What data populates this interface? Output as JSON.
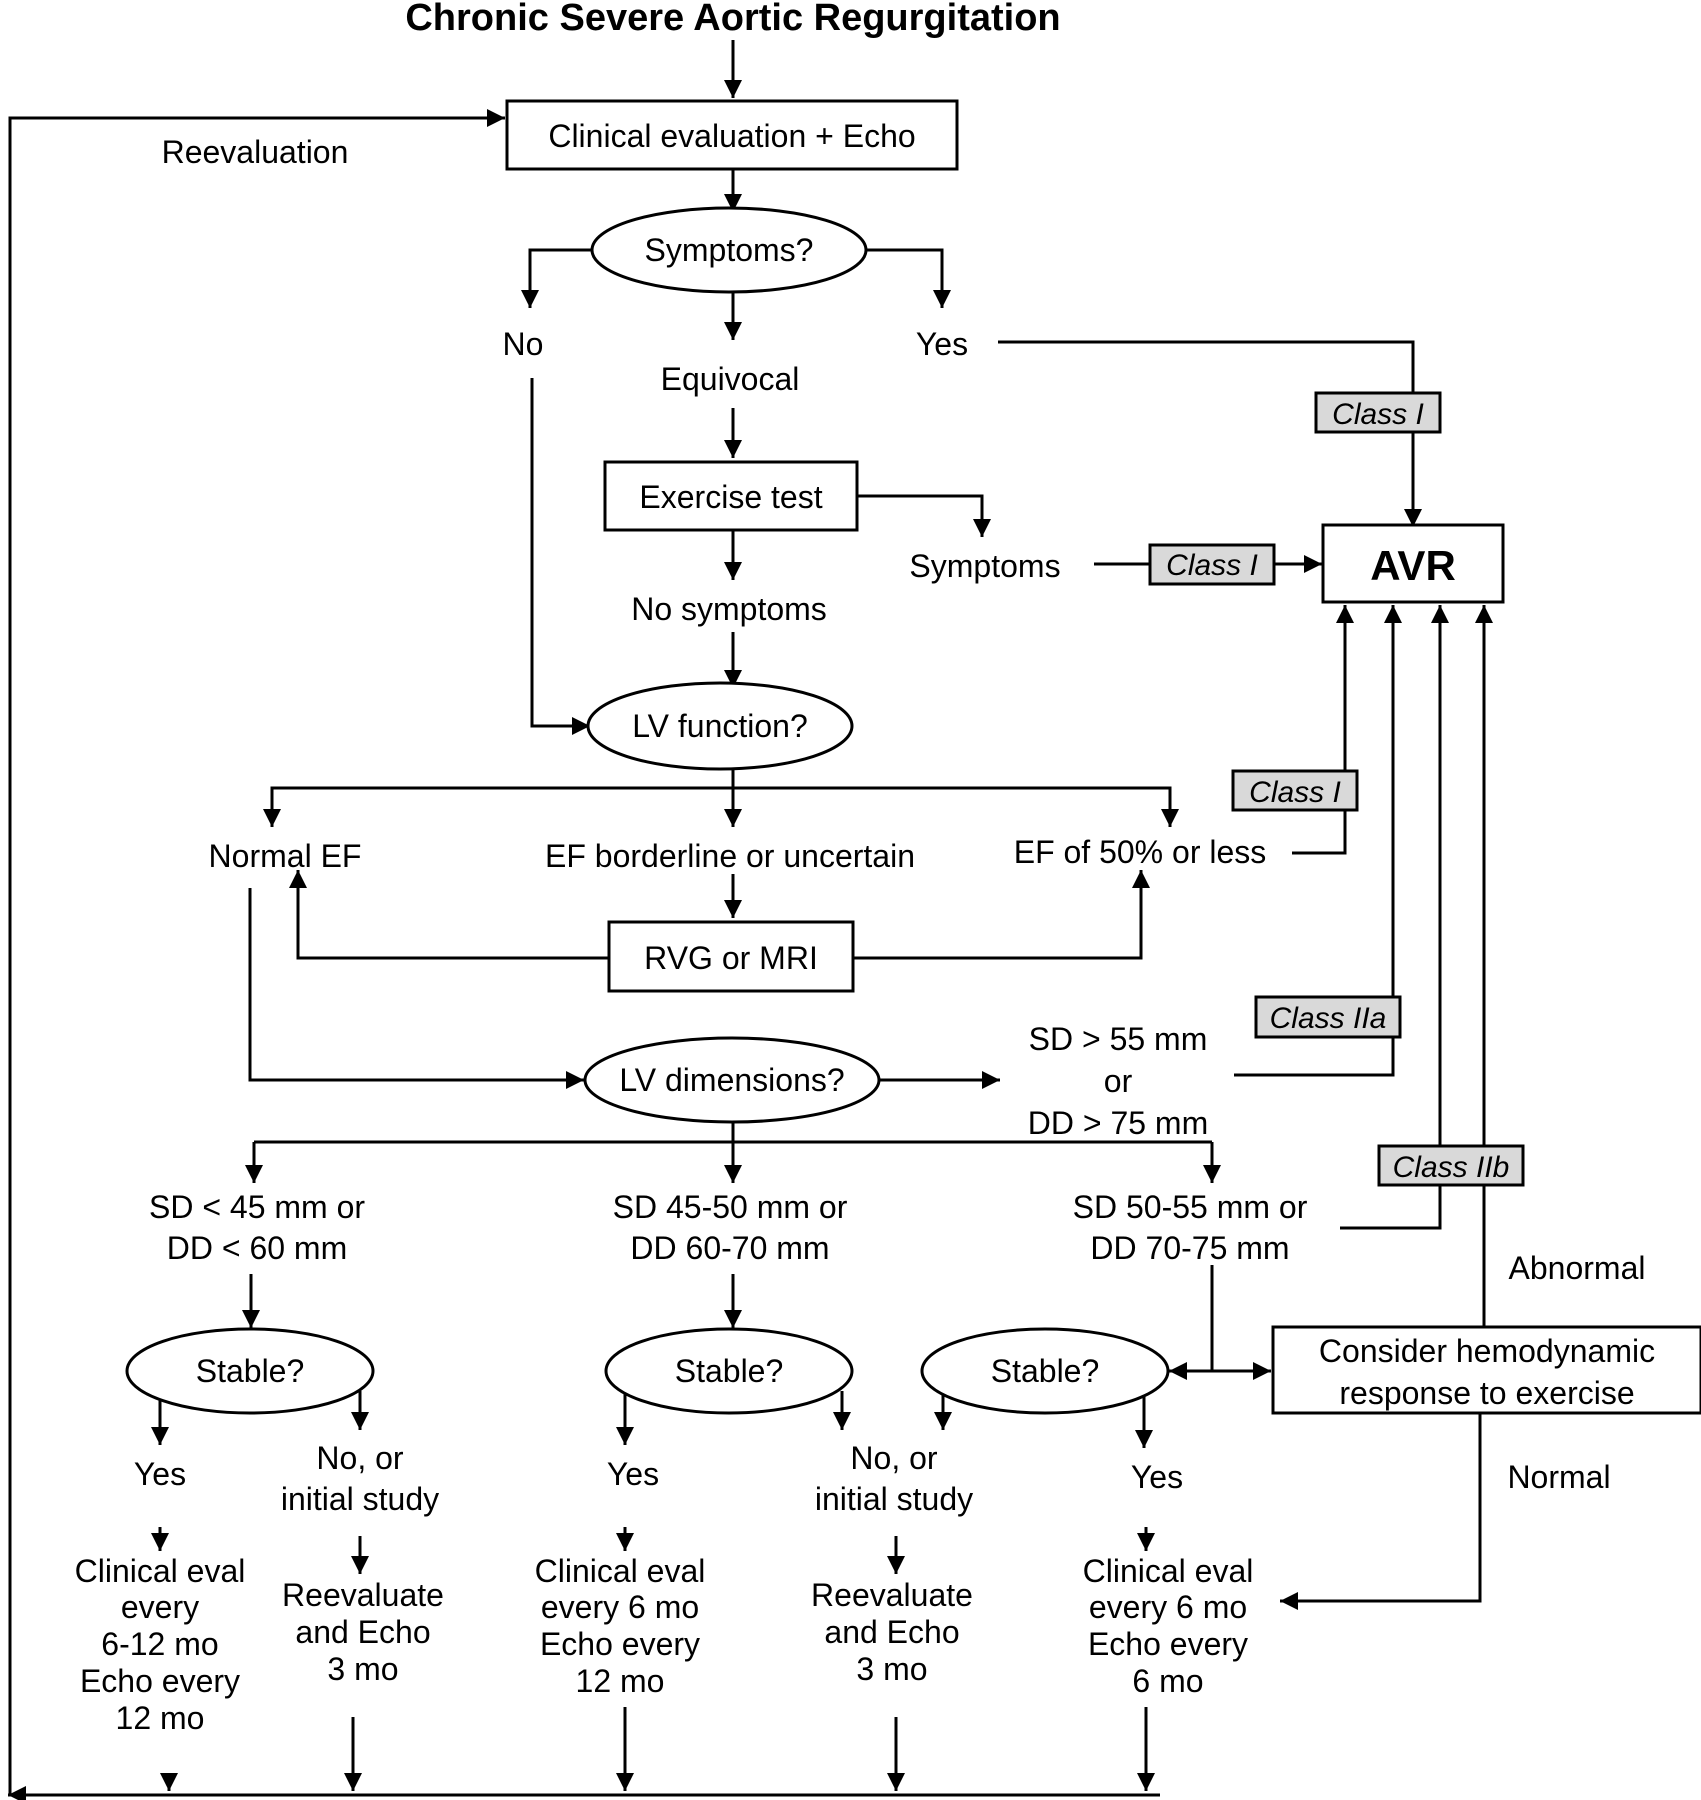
{
  "title": "Chronic Severe Aortic Regurgitation",
  "nodes": {
    "clinical_eval": "Clinical evaluation + Echo",
    "reevaluation": "Reevaluation",
    "symptoms_q": "Symptoms?",
    "no": "No",
    "equivocal": "Equivocal",
    "yes": "Yes",
    "exercise_test": "Exercise test",
    "symptoms": "Symptoms",
    "no_symptoms": "No symptoms",
    "avr": "AVR",
    "lv_function_q": "LV function?",
    "normal_ef": "Normal EF",
    "ef_borderline": "EF borderline or uncertain",
    "ef_50": "EF of 50% or less",
    "rvg_mri": "RVG or MRI",
    "lv_dimensions_q": "LV dimensions?",
    "sd55": [
      "SD > 55 mm",
      "or",
      "DD > 75 mm"
    ],
    "sd45": [
      "SD < 45 mm or",
      "DD < 60 mm"
    ],
    "sd45_50": [
      "SD 45-50 mm or",
      "DD 60-70 mm"
    ],
    "sd50_55": [
      "SD 50-55 mm or",
      "DD 70-75 mm"
    ],
    "stable_q": "Stable?",
    "yes_lbl": "Yes",
    "no_initial": [
      "No, or",
      "initial study"
    ],
    "hemodynamic": [
      "Consider hemodynamic",
      "response to exercise"
    ],
    "abnormal": "Abnormal",
    "normal": "Normal",
    "eval_6_12": [
      "Clinical eval",
      "every",
      "6-12 mo",
      "Echo every",
      "12 mo"
    ],
    "reeval_3mo": [
      "Reevaluate",
      "and Echo",
      "3 mo"
    ],
    "eval_6_12echo": [
      "Clinical eval",
      "every 6 mo",
      "Echo every",
      "12 mo"
    ],
    "eval_6_6": [
      "Clinical eval",
      "every 6 mo",
      "Echo every",
      "6 mo"
    ]
  },
  "classes": {
    "class_i": "Class I",
    "class_iia": "Class IIa",
    "class_iib": "Class IIb"
  }
}
